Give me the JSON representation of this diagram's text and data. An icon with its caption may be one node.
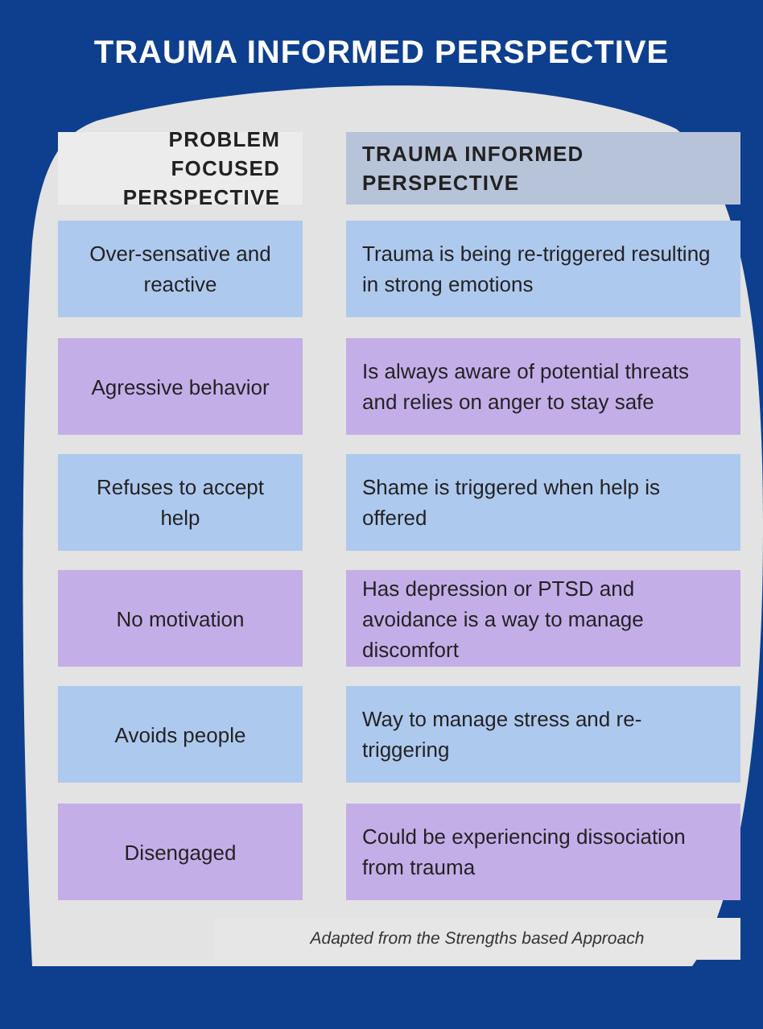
{
  "diagram": {
    "title": "TRAUMA INFORMED PERSPECTIVE",
    "caption": "Adapted from the Strengths based Approach",
    "nodes": [
      {
        "text": [
          "PROBLEM FOCUSED PERSPECTIVE"
        ]
      },
      {
        "text": [
          "TRAUMA INFORMED PERSPECTIVE"
        ]
      },
      {
        "text": [
          "Over-sensative and reactive"
        ]
      },
      {
        "text": [
          "Trauma is being re-triggered resulting in strong emotions"
        ]
      },
      {
        "text": [
          "Agressive behavior"
        ]
      },
      {
        "text": [
          "Is always aware of potential threats and relies on anger to stay safe"
        ]
      },
      {
        "text": [
          "Refuses to accept help"
        ]
      },
      {
        "text": [
          "Shame is triggered when help is offered"
        ]
      },
      {
        "text": [
          "No motivation"
        ]
      },
      {
        "text": [
          "Has depression or PTSD and avoidance is a way to manage discomfort"
        ]
      },
      {
        "text": [
          "Avoids people"
        ]
      },
      {
        "text": [
          "Way to manage stress and re-triggering"
        ]
      },
      {
        "text": [
          "Disengaged"
        ]
      },
      {
        "text": [
          "Could be experiencing dissociation from trauma"
        ]
      }
    ]
  }
}
